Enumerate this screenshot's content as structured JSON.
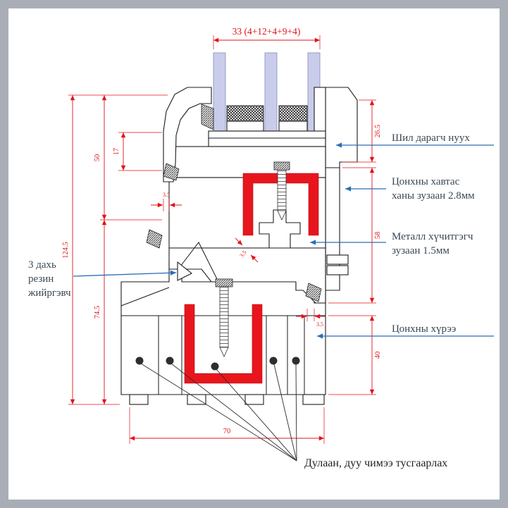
{
  "colors": {
    "dimension": "#e1141c",
    "annotation_line": "#2a6db5",
    "annotation_text": "#3a4754",
    "reinforcement": "#e8151d",
    "glass": "#c9cdeb",
    "outline": "#1b1b1b",
    "border": "#a9aeb6"
  },
  "dimensions": {
    "glazing_total": "33 (4+12+4+9+4)",
    "right_top": "26.5",
    "right_mid": "58",
    "right_bottom": "40",
    "left_inner_small": "17",
    "left_upper": "50",
    "left_lower": "74.5",
    "left_total": "124.5",
    "bottom_width": "70",
    "gap_a": "3.5",
    "gap_b": "3.5",
    "gap_c": "3.5"
  },
  "annotations": {
    "glass_stop": "Шил дарагч нуух",
    "sash_line1": "Цонхны хавтас",
    "sash_line2": "ханы зузаан 2.8мм",
    "steel_line1": "Металл хүчитгэгч",
    "steel_line2": "зузаан 1.5мм",
    "frame": "Цонхны хүрээ",
    "gasket_line1": "3 дахь",
    "gasket_line2": "резин",
    "gasket_line3": "жийргэвч",
    "insulation": "Дулаан, дуу чимээ тусгаарлах"
  }
}
